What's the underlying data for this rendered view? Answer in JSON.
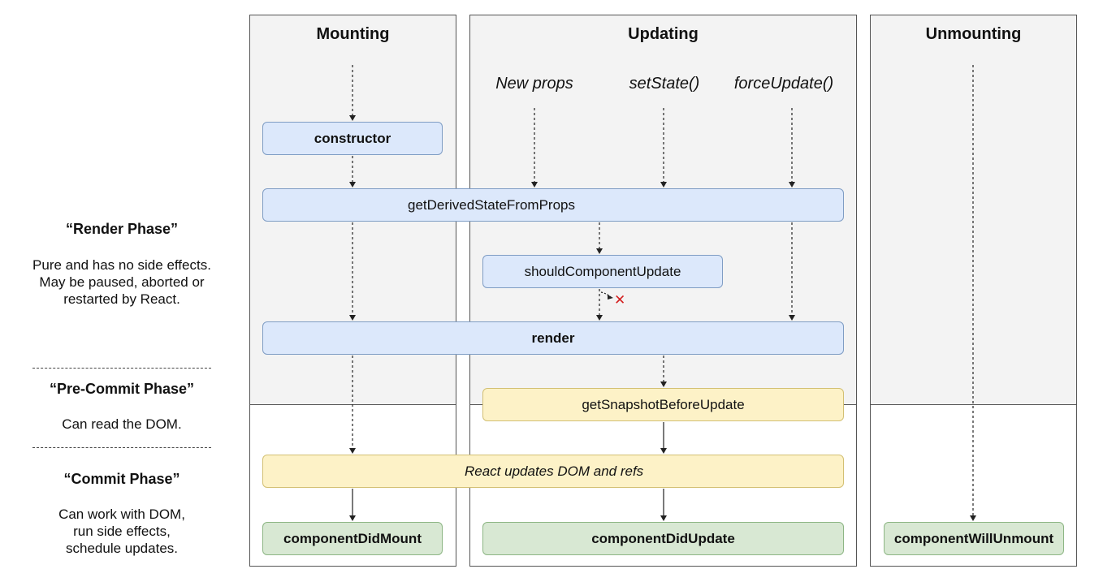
{
  "phases": {
    "render": {
      "title": "“Render Phase”",
      "lines": [
        "Pure and has no side effects.",
        "May be paused, aborted or",
        "restarted by React."
      ]
    },
    "pre_commit": {
      "title": "“Pre-Commit Phase”",
      "lines": [
        "Can read the DOM."
      ]
    },
    "commit": {
      "title": "“Commit Phase”",
      "lines": [
        "Can work with DOM,",
        "run side effects,",
        "schedule updates."
      ]
    }
  },
  "columns": {
    "mounting": {
      "title": "Mounting"
    },
    "updating": {
      "title": "Updating"
    },
    "unmounting": {
      "title": "Unmounting"
    }
  },
  "triggers": {
    "new_props": "New props",
    "set_state": "setState()",
    "force_update": "forceUpdate()"
  },
  "methods": {
    "constructor": "constructor",
    "get_derived_state_from_props": "getDerivedStateFromProps",
    "should_component_update": "shouldComponentUpdate",
    "render": "render",
    "get_snapshot_before_update": "getSnapshotBeforeUpdate",
    "react_updates_dom": "React updates DOM and refs",
    "component_did_mount": "componentDidMount",
    "component_did_update": "componentDidUpdate",
    "component_will_unmount": "componentWillUnmount"
  },
  "colors": {
    "render_box": "#dce8fb",
    "commit_box": "#fdf2c7",
    "lifecycle_end_box": "#d8e8d3",
    "column_shade": "#f3f3f3",
    "cancel_mark": "#d31f1f"
  },
  "icons": {
    "cancel": "cross-icon"
  }
}
